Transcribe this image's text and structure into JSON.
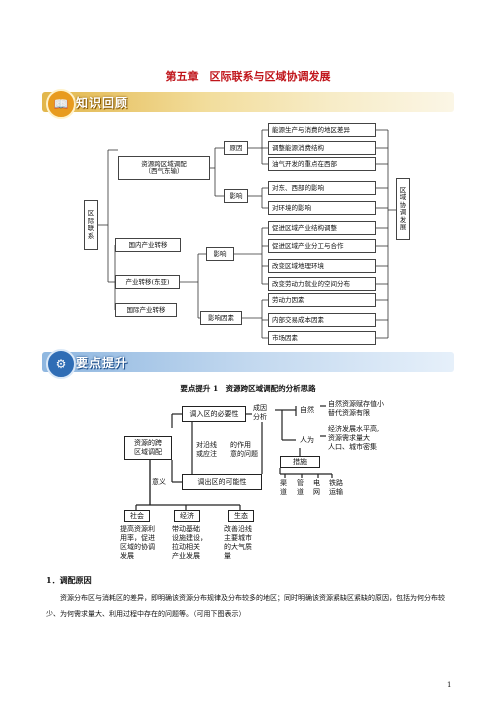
{
  "chapter_title": "第五章　区际联系与区域协调发展",
  "banner_review": {
    "label": "知识回顾",
    "badge_icon": "book-icon"
  },
  "banner_points": {
    "label": "要点提升",
    "badge_icon": "gear-icon"
  },
  "mindmap": {
    "root": [
      "区",
      "际",
      "联",
      "系"
    ],
    "right_root": [
      "区",
      "域",
      "协",
      "调",
      "发",
      "展"
    ],
    "resource": "资源跨区域调配",
    "resource_sub": "（西气东输）",
    "reason": "原因",
    "reason_items": [
      "能源生产与消费的地区差异",
      "调整能源消费结构",
      "油气开发的重点在西部"
    ],
    "impact": "影响",
    "impact_items": [
      "对东、西部的影响",
      "对环境的影响"
    ],
    "domestic_transfer": "国内产业转移",
    "industry_transfer": "产业转移(东亚)",
    "intl_transfer": "国际产业转移",
    "transfer_impact": "影响",
    "transfer_impact_items": [
      "促进区域产业结构调整",
      "促进区域产业分工与合作",
      "改变区域地理环境",
      "改变劳动力就业的空间分布"
    ],
    "factors": "影响因素",
    "factor_items": [
      "劳动力因素",
      "内部交易成本因素",
      "市场因素"
    ]
  },
  "point1": {
    "title": "要点提升 1　资源跨区域调配的分析思路",
    "core": [
      "资源的跨",
      "区域调配"
    ],
    "necessity": "调入区的必要性",
    "feasibility": "调出区的可能性",
    "middle": [
      "对沿线",
      "或应注"
    ],
    "middle2": [
      "的作用",
      "意的问题"
    ],
    "cause": [
      "成因",
      "分析"
    ],
    "natural": "自然",
    "natural_desc": [
      "自然资源赋存值小",
      "替代资源有限"
    ],
    "human": "人为",
    "human_desc": [
      "经济发展水平高,",
      "资源需求量大",
      "人口、城市密集"
    ],
    "measures": "措施",
    "transport": [
      [
        "渠",
        "道"
      ],
      [
        "管",
        "道"
      ],
      [
        "电",
        "网"
      ],
      [
        "铁路",
        "运输"
      ]
    ],
    "meaning": "意义",
    "society": "社会",
    "economy": "经济",
    "ecology": "生态",
    "society_desc": [
      "提高资源利",
      "用率，促进",
      "区域的协调",
      "发展"
    ],
    "economy_desc": [
      "带动基础",
      "设施建设，",
      "拉动相关",
      "产业发展"
    ],
    "ecology_desc": [
      "改善沿线",
      "主要城市",
      "的大气质",
      "量"
    ]
  },
  "section1_heading": "1．调配原因",
  "section1_text": "资源分布区与消耗区的差异，即明确该资源分布规律及分布较多的地区；同时明确该资源紧缺区紧缺的原因，包括为何分布较少、为何需求量大、利用过程中存在的问题等。（可用下图表示）",
  "page_number": "1"
}
